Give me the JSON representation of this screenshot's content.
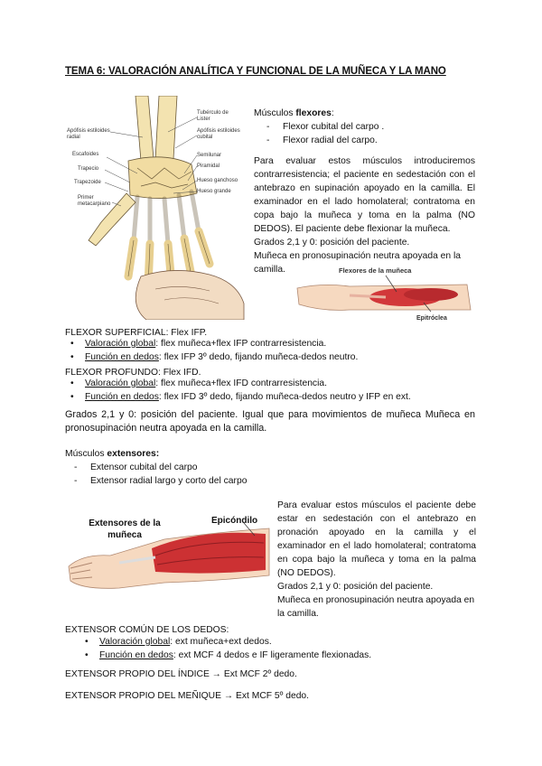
{
  "title": "TEMA 6: VALORACIÓN ANALÍTICA Y FUNCIONAL DE LA MUÑECA Y LA MANO",
  "hand_labels": {
    "left": [
      "Apófisis estiloides radial",
      "Escafoides",
      "Trapecio",
      "Trapezoide",
      "Primer metacarpiano"
    ],
    "right": [
      "Tubérculo de Lister",
      "Apófisis estiloides cubital",
      "Semilunar",
      "Piramidal",
      "Hueso ganchoso",
      "Hueso grande"
    ]
  },
  "flexores": {
    "heading_prefix": "Músculos ",
    "heading_bold": "flexores",
    "heading_suffix": ":",
    "items": [
      "Flexor cubital del carpo .",
      "Flexor radial del carpo."
    ],
    "paragraph": "Para evaluar estos músculos introduciremos contrarresistencia; el paciente en sedestación con el antebrazo en supinación apoyado en la camilla. El examinador en el lado homolateral; contratoma en copa bajo la muñeca y toma en la palma (NO DEDOS). El paciente debe flexionar la muñeca.",
    "grados": "Grados 2,1 y 0: posición del paciente.",
    "muneca": "Muñeca en pronosupinación neutra apoyada en la camilla.",
    "image_label_top": "Flexores de la muñeca",
    "image_label_bottom": "Epitróclea"
  },
  "flexor_superficial": {
    "heading": "FLEXOR SUPERFICIAL: Flex IFP.",
    "items": [
      {
        "label": "Valoración global",
        "text": ": flex muñeca+flex IFP contrarresistencia."
      },
      {
        "label": "Función en dedos",
        "text": ": flex IFP 3º dedo, fijando muñeca-dedos neutro."
      }
    ]
  },
  "flexor_profundo": {
    "heading": "FLEXOR PROFUNDO: Flex IFD.",
    "items": [
      {
        "label": "Valoración global",
        "text": ": flex muñeca+flex IFD contrarresistencia."
      },
      {
        "label": "Función en dedos",
        "text": ": flex IFD 3º dedo, fijando muñeca-dedos neutro y IFP en ext."
      }
    ]
  },
  "grados_paragraph": "Grados 2,1 y 0: posición del paciente. Igual que para movimientos de muñeca Muñeca en pronosupinación neutra apoyada en la camilla.",
  "extensores": {
    "heading_prefix": "Músculos ",
    "heading_bold": "extensores:",
    "items": [
      "Extensor cubital del carpo",
      "Extensor radial largo y corto del carpo"
    ],
    "paragraph": "Para evaluar estos músculos el paciente debe estar en sedestación con el antebrazo en pronación apoyado en la camilla y el examinador en el lado homolateral; contratoma en copa bajo la muñeca y toma en la palma (NO DEDOS).",
    "grados": "Grados 2,1 y 0: posición del paciente.",
    "muneca": "Muñeca en pronosupinación neutra apoyada en la camilla.",
    "image_label_left": "Extensores de la muñeca",
    "image_label_right": "Epicóndilo"
  },
  "extensor_comun": {
    "heading": "EXTENSOR COMÚN DE LOS DEDOS:",
    "items": [
      {
        "label": "Valoración global",
        "text": ": ext muñeca+ext dedos."
      },
      {
        "label": "Función en dedos",
        "text": ": ext MCF 4 dedos e IF ligeramente flexionadas."
      }
    ]
  },
  "extensor_indice": "EXTENSOR PROPIO DEL ÍNDICE → Ext MCF 2º dedo.",
  "extensor_menique": "EXTENSOR PROPIO DEL MEÑIQUE → Ext MCF 5º dedo."
}
